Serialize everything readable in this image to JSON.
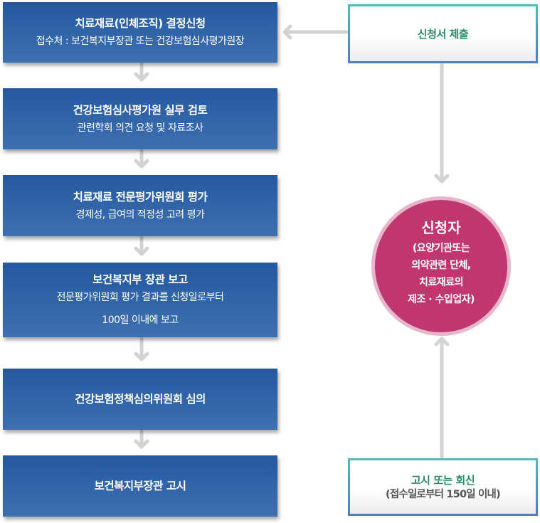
{
  "process_steps": [
    {
      "title": "치료재료(인체조직) 결정신청",
      "lines": [
        "접수처 : 보건복지부장관 또는 건강보험심사평가원장"
      ]
    },
    {
      "title": "건강보험심사평가원 실무 검토",
      "lines": [
        "관련학회 의견 요청 및 자료조사"
      ]
    },
    {
      "title": "치료재료 전문평가위원회 평가",
      "lines": [
        "경제성, 급여의 적정성 고려 평가"
      ]
    },
    {
      "title": "보건복지부 장관 보고",
      "lines": [
        "전문평가위원회 평가 결과를 신청일로부터",
        "100일 이내에 보고"
      ]
    },
    {
      "title": "건강보험정책심의위원회 심의",
      "lines": []
    },
    {
      "title": "보건복지부장관 고시",
      "lines": []
    }
  ],
  "submit_box": {
    "label": "신청서 제출"
  },
  "applicant": {
    "name": "신청자",
    "lines": [
      "(요양기관또는",
      "의약관련 단체,",
      "치료재료의",
      "제조 · 수입업자)"
    ]
  },
  "notice_box": {
    "label": "고시 또는 회신",
    "sub": "(접수일로부터 150일 이내)"
  },
  "colors": {
    "step_fill_top": "#2459a0",
    "step_fill_bottom": "#3e70b0",
    "side_text": "#2b8a6a",
    "applicant_fill": "#c0376f",
    "applicant_ring": "#e8b6cb",
    "arrow": "#d3d3d3",
    "side_border_top": "#4cbdbf",
    "side_border_bottom": "#4f7fbf"
  }
}
